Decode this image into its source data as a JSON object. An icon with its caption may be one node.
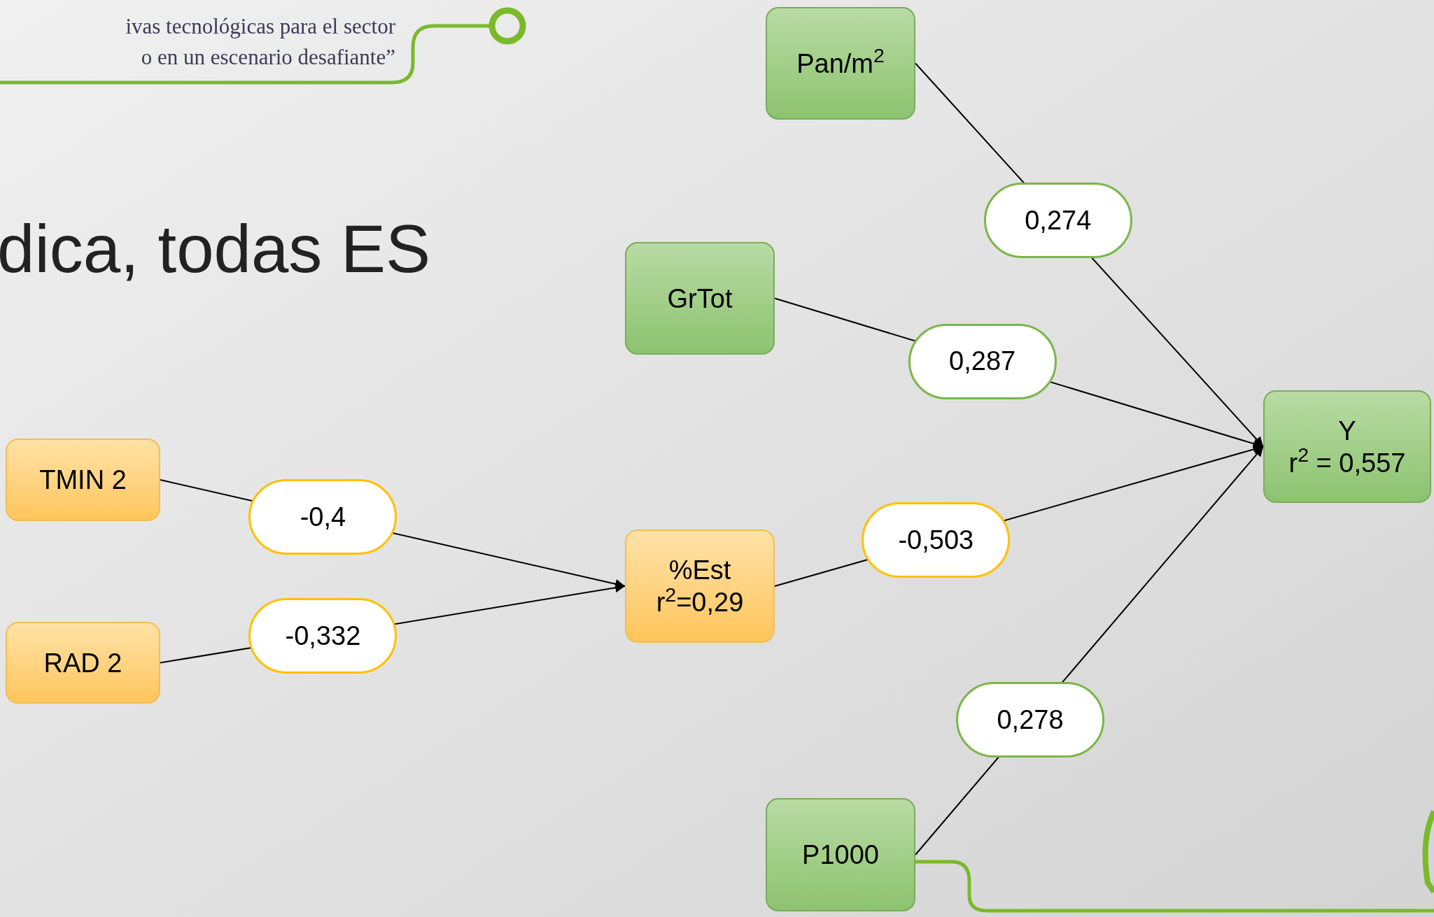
{
  "diagram": {
    "nodes": [
      {
        "text": [
          "Pan/m$^{2}$"
        ]
      },
      {
        "text": [
          "GrTot"
        ]
      },
      {
        "text": [
          "Y",
          "r$^{2}$ = 0,557"
        ]
      },
      {
        "text": [
          "TMIN 2"
        ]
      },
      {
        "text": [
          "%Est",
          "r$^{2}$=0,29"
        ]
      },
      {
        "text": [
          "RAD 2"
        ]
      },
      {
        "text": [
          "P1000"
        ]
      }
    ],
    "edges": [
      {
        "from": 3,
        "to": 4,
        "arrow": "to",
        "label": "-0,4"
      },
      {
        "from": 5,
        "to": 4,
        "arrow": "to",
        "label": "-0,332"
      },
      {
        "from": 0,
        "to": 2,
        "arrow": "to",
        "label": "0,274"
      },
      {
        "from": 1,
        "to": 2,
        "arrow": "to",
        "label": "0,287"
      },
      {
        "from": 4,
        "to": 2,
        "arrow": "to",
        "label": "-0,503"
      },
      {
        "from": 6,
        "to": 2,
        "arrow": "to",
        "label": "0,278"
      }
    ],
    "labels": [
      "ivas tecnológicas para el sector",
      "o en un escenario desafiante”",
      "dica, todas ES"
    ]
  }
}
